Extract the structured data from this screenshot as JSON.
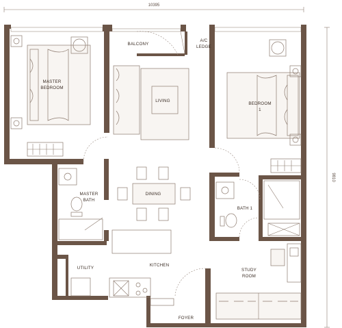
{
  "dimensions": {
    "width": "10395",
    "depth": "9810"
  },
  "rooms": {
    "master_bedroom": [
      "MASTER",
      "BEDROOM"
    ],
    "balcony": "BALCONY",
    "ac_ledge": [
      "A/C",
      "LEDGE"
    ],
    "living": "LIVING",
    "bedroom1": [
      "BEDROOM",
      "1"
    ],
    "dining": "DINING",
    "master_bath": [
      "MASTER",
      "BATH"
    ],
    "bath1": "BATH 1",
    "utility": "UTILITY",
    "kitchen": "KITCHEN",
    "study_room": [
      "STUDY",
      "ROOM"
    ],
    "foyer": "FOYER"
  },
  "colors": {
    "wall": "#6b5547",
    "line": "#8c7a6e",
    "text": "#3a2c24"
  }
}
